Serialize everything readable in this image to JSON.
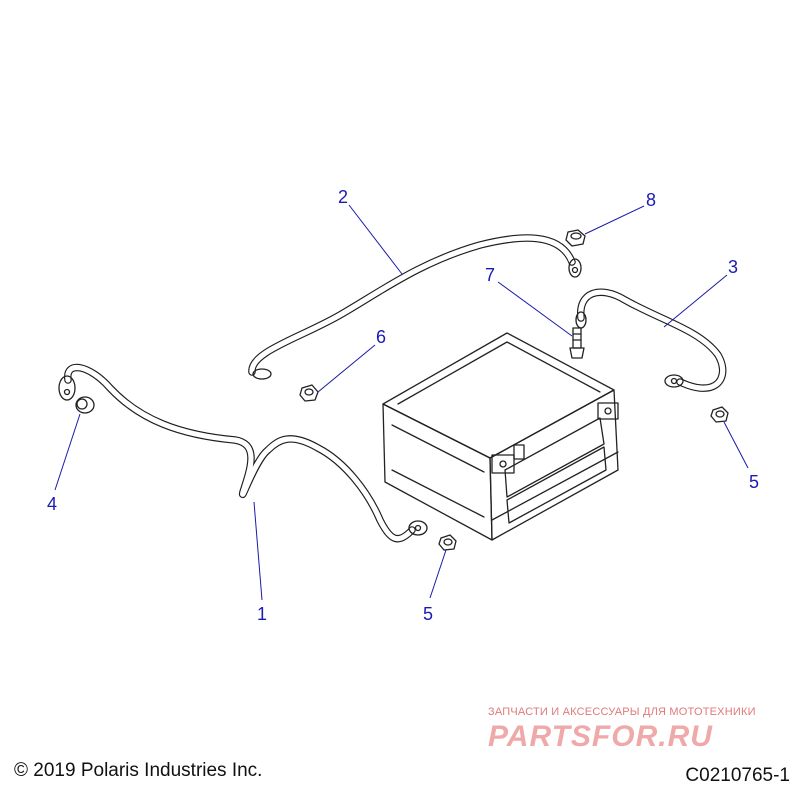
{
  "callouts": {
    "c1": "1",
    "c2": "2",
    "c3": "3",
    "c4": "4",
    "c5a": "5",
    "c5b": "5",
    "c6": "6",
    "c7": "7",
    "c8": "8"
  },
  "footer": {
    "copyright": "© 2019 Polaris Industries Inc.",
    "drawing_code": "C0210765-1"
  },
  "watermark": {
    "tagline": "ЗАПЧАСТИ И АКСЕССУАРЫ ДЛЯ МОТОТЕХНИКИ",
    "logo": "PARTSFOR.RU"
  },
  "colors": {
    "callout": "#1a1ab4",
    "leader": "#1a1aa8",
    "watermark": "#e07a7a",
    "line": "#222222"
  }
}
